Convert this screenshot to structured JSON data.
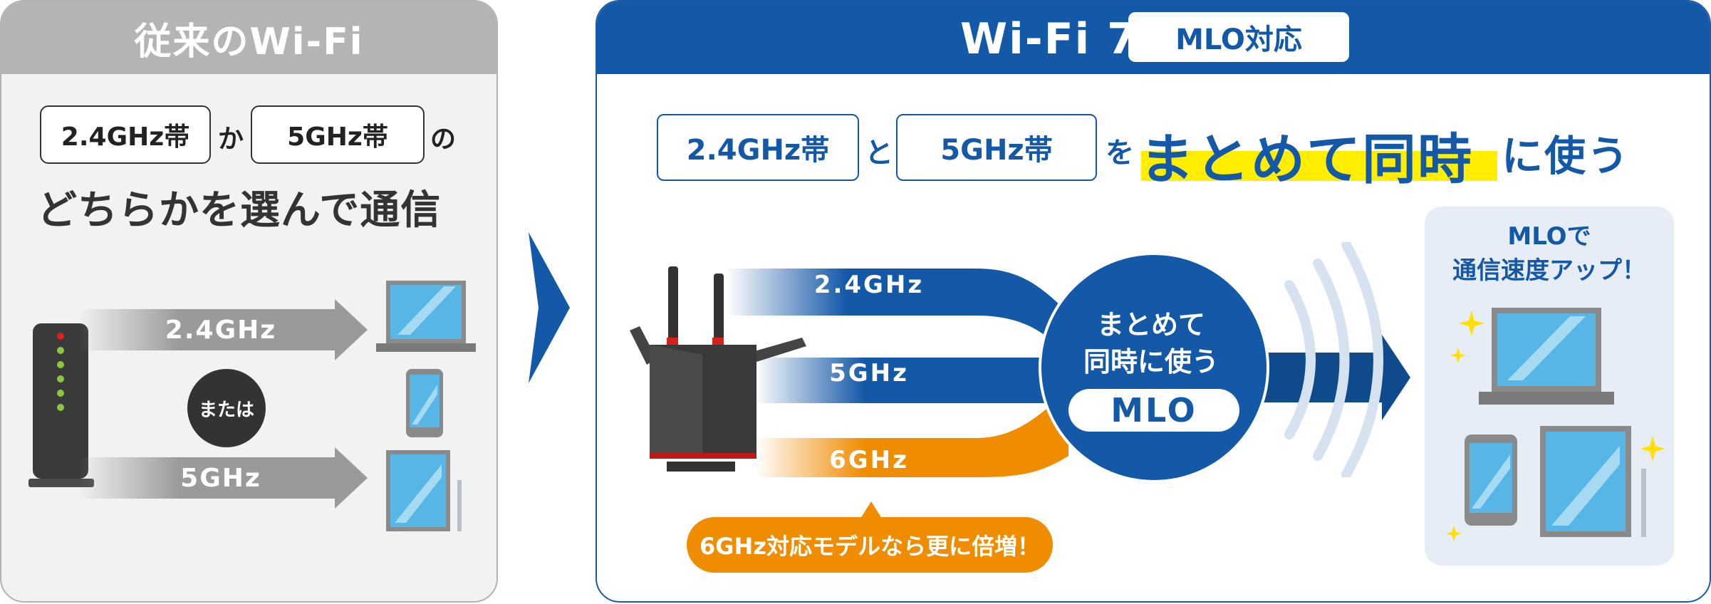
{
  "colors": {
    "brand_blue": "#1458a8",
    "gray_header": "#b4b4b4",
    "orange": "#f08c00",
    "highlight_yellow": "#ffee00"
  },
  "left": {
    "header": "従来のWi-Fi",
    "band_a_tag": "2.4GHz帯",
    "connector_or": "か",
    "band_b_tag": "5GHz帯",
    "connector_no": "の",
    "line2": "どちらかを選んで通信",
    "arrow_a_label": "2.4GHz",
    "arrow_b_label": "5GHz",
    "or_badge": "または",
    "icons": [
      "router-icon",
      "laptop-icon",
      "smartphone-icon",
      "tablet-icon"
    ]
  },
  "right": {
    "header_title": "Wi-Fi 7",
    "header_badge": "MLO対応",
    "band_a_tag": "2.4GHz帯",
    "connector_and": "と",
    "band_b_tag": "5GHz帯",
    "connector_wo": "を",
    "headline_big": "まとめて同時",
    "headline_tail": "に使う",
    "band_labels": [
      "2.4GHz",
      "5GHz",
      "6GHz"
    ],
    "circle_line1": "まとめて",
    "circle_line2": "同時に使う",
    "circle_pill": "MLO",
    "bubble": "6GHz対応モデルなら更に倍増！",
    "speed_line1": "MLOで",
    "speed_line2": "通信速度アップ！",
    "icons": [
      "router-icon",
      "wifi-waves-icon",
      "laptop-icon",
      "smartphone-icon",
      "tablet-icon",
      "sparkle-icon"
    ]
  }
}
